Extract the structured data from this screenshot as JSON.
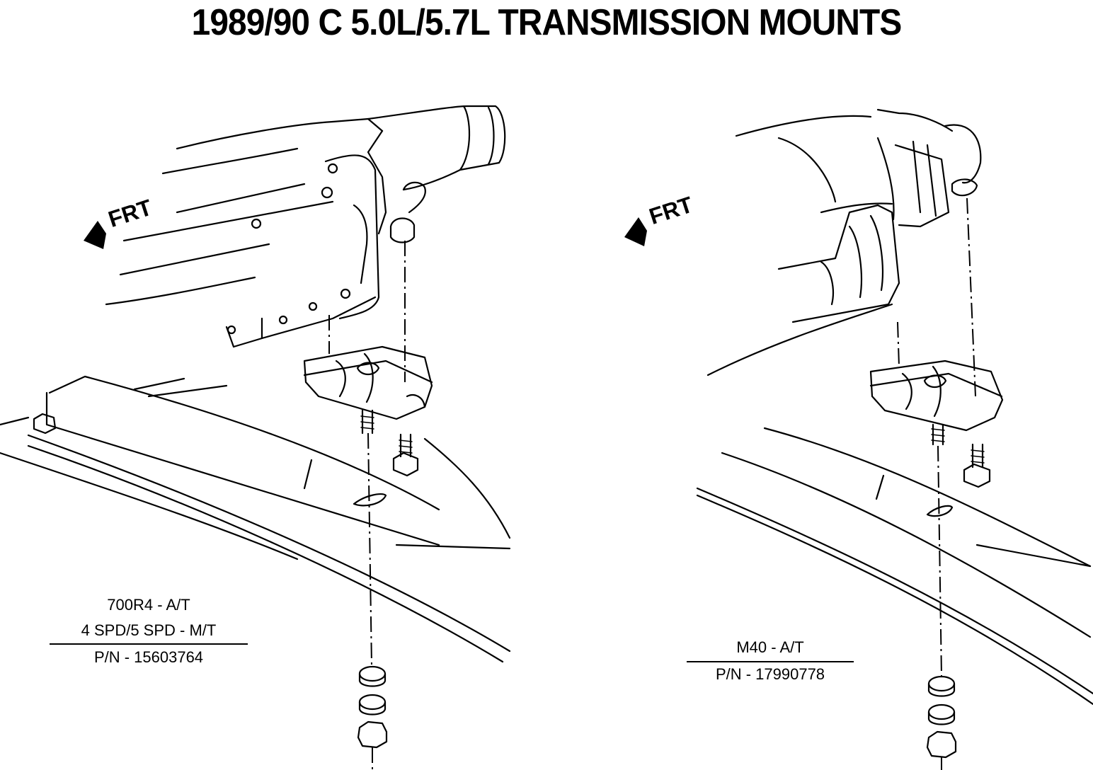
{
  "title": "1989/90 C 5.0L/5.7L TRANSMISSION MOUNTS",
  "left_view": {
    "direction_label": "FRT",
    "line1": "700R4 - A/T",
    "line2": "4 SPD/5 SPD - M/T",
    "part_number": "P/N - 15603764"
  },
  "right_view": {
    "direction_label": "FRT",
    "line1": "M40 - A/T",
    "part_number": "P/N - 17990778"
  }
}
